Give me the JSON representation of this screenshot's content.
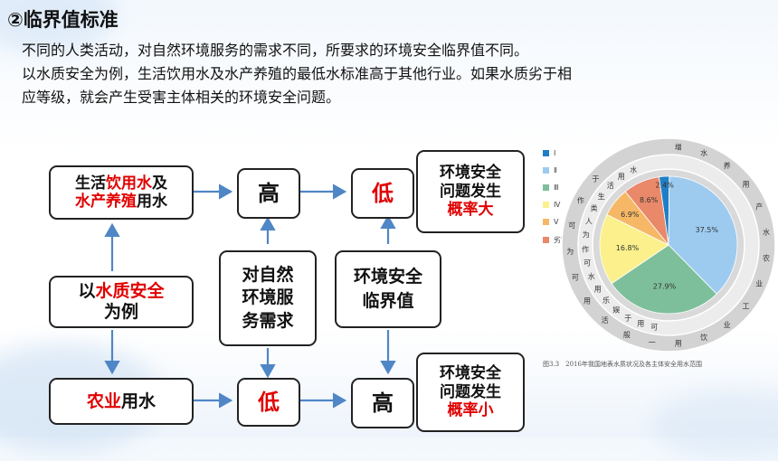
{
  "title": "②临界值标准",
  "paragraph": {
    "line1": "不同的人类活动，对自然环境服务的需求不同，所要求的环境安全临界值不同。",
    "line2": "以水质安全为例，生活饮用水及水产养殖的最低水标准高于其他行业。如果水质劣于相",
    "line3": "应等级，就会产生受害主体相关的环境安全问题。"
  },
  "diagram": {
    "living_water": {
      "p1": "生活",
      "p2": "饮用水",
      "p3": "及",
      "p4": "水产养殖",
      "p5": "用水"
    },
    "high_top": "高",
    "low_top": "低",
    "risk_high": {
      "l1": "环境安全",
      "l2": "问题发生",
      "l3": "概率大"
    },
    "example": {
      "p1": "以",
      "p2": "水质安全",
      "p3": "为例"
    },
    "demand": {
      "l1": "对自然",
      "l2": "环境服",
      "l3": "务需求"
    },
    "threshold": {
      "l1": "环境安全",
      "l2": "临界值"
    },
    "agri": {
      "p1": "农业",
      "p2": "用水"
    },
    "low_bottom": "低",
    "high_bottom": "高",
    "risk_low": {
      "l1": "环境安全",
      "l2": "问题发生",
      "l3": "概率小"
    }
  },
  "figure": {
    "legend": [
      {
        "label": "Ⅰ",
        "color": "#1f7fc6"
      },
      {
        "label": "Ⅱ",
        "color": "#9dcbf0"
      },
      {
        "label": "Ⅲ",
        "color": "#7dbf9a"
      },
      {
        "label": "Ⅳ",
        "color": "#fbf08c"
      },
      {
        "label": "Ⅴ",
        "color": "#f6b866"
      },
      {
        "label": "劣Ⅴ",
        "color": "#e9896a"
      }
    ],
    "pie_labels": {
      "i": "2.4%",
      "ii": "37.5%",
      "iii": "27.9%",
      "iv": "16.8%",
      "v": "6.9%",
      "vi": "8.6%"
    },
    "caption": "图3.3　2016年我国地表水质状况及各主体安全用水范围",
    "ring_text": {
      "inner": [
        "可",
        "用",
        "于",
        "娱",
        "乐",
        "用",
        "水",
        "可",
        "作",
        "为",
        "人",
        "类",
        "生",
        "活",
        "用",
        "水"
      ],
      "outer": [
        "增",
        "水",
        "养",
        "用",
        "产",
        "水",
        "农",
        "业",
        "工",
        "业",
        "饮",
        "用",
        "一",
        "般",
        "活",
        "用",
        "可",
        "为",
        "可",
        "作",
        "于"
      ]
    }
  },
  "chart_data": {
    "type": "pie",
    "title": "",
    "categories": [
      "Ⅰ",
      "Ⅱ",
      "Ⅲ",
      "Ⅳ",
      "Ⅴ",
      "劣Ⅴ"
    ],
    "values": [
      2.4,
      37.5,
      27.9,
      16.8,
      6.9,
      8.6
    ],
    "colors": [
      "#1f7fc6",
      "#9dcbf0",
      "#7dbf9a",
      "#fbf08c",
      "#f6b866",
      "#e9896a"
    ]
  }
}
